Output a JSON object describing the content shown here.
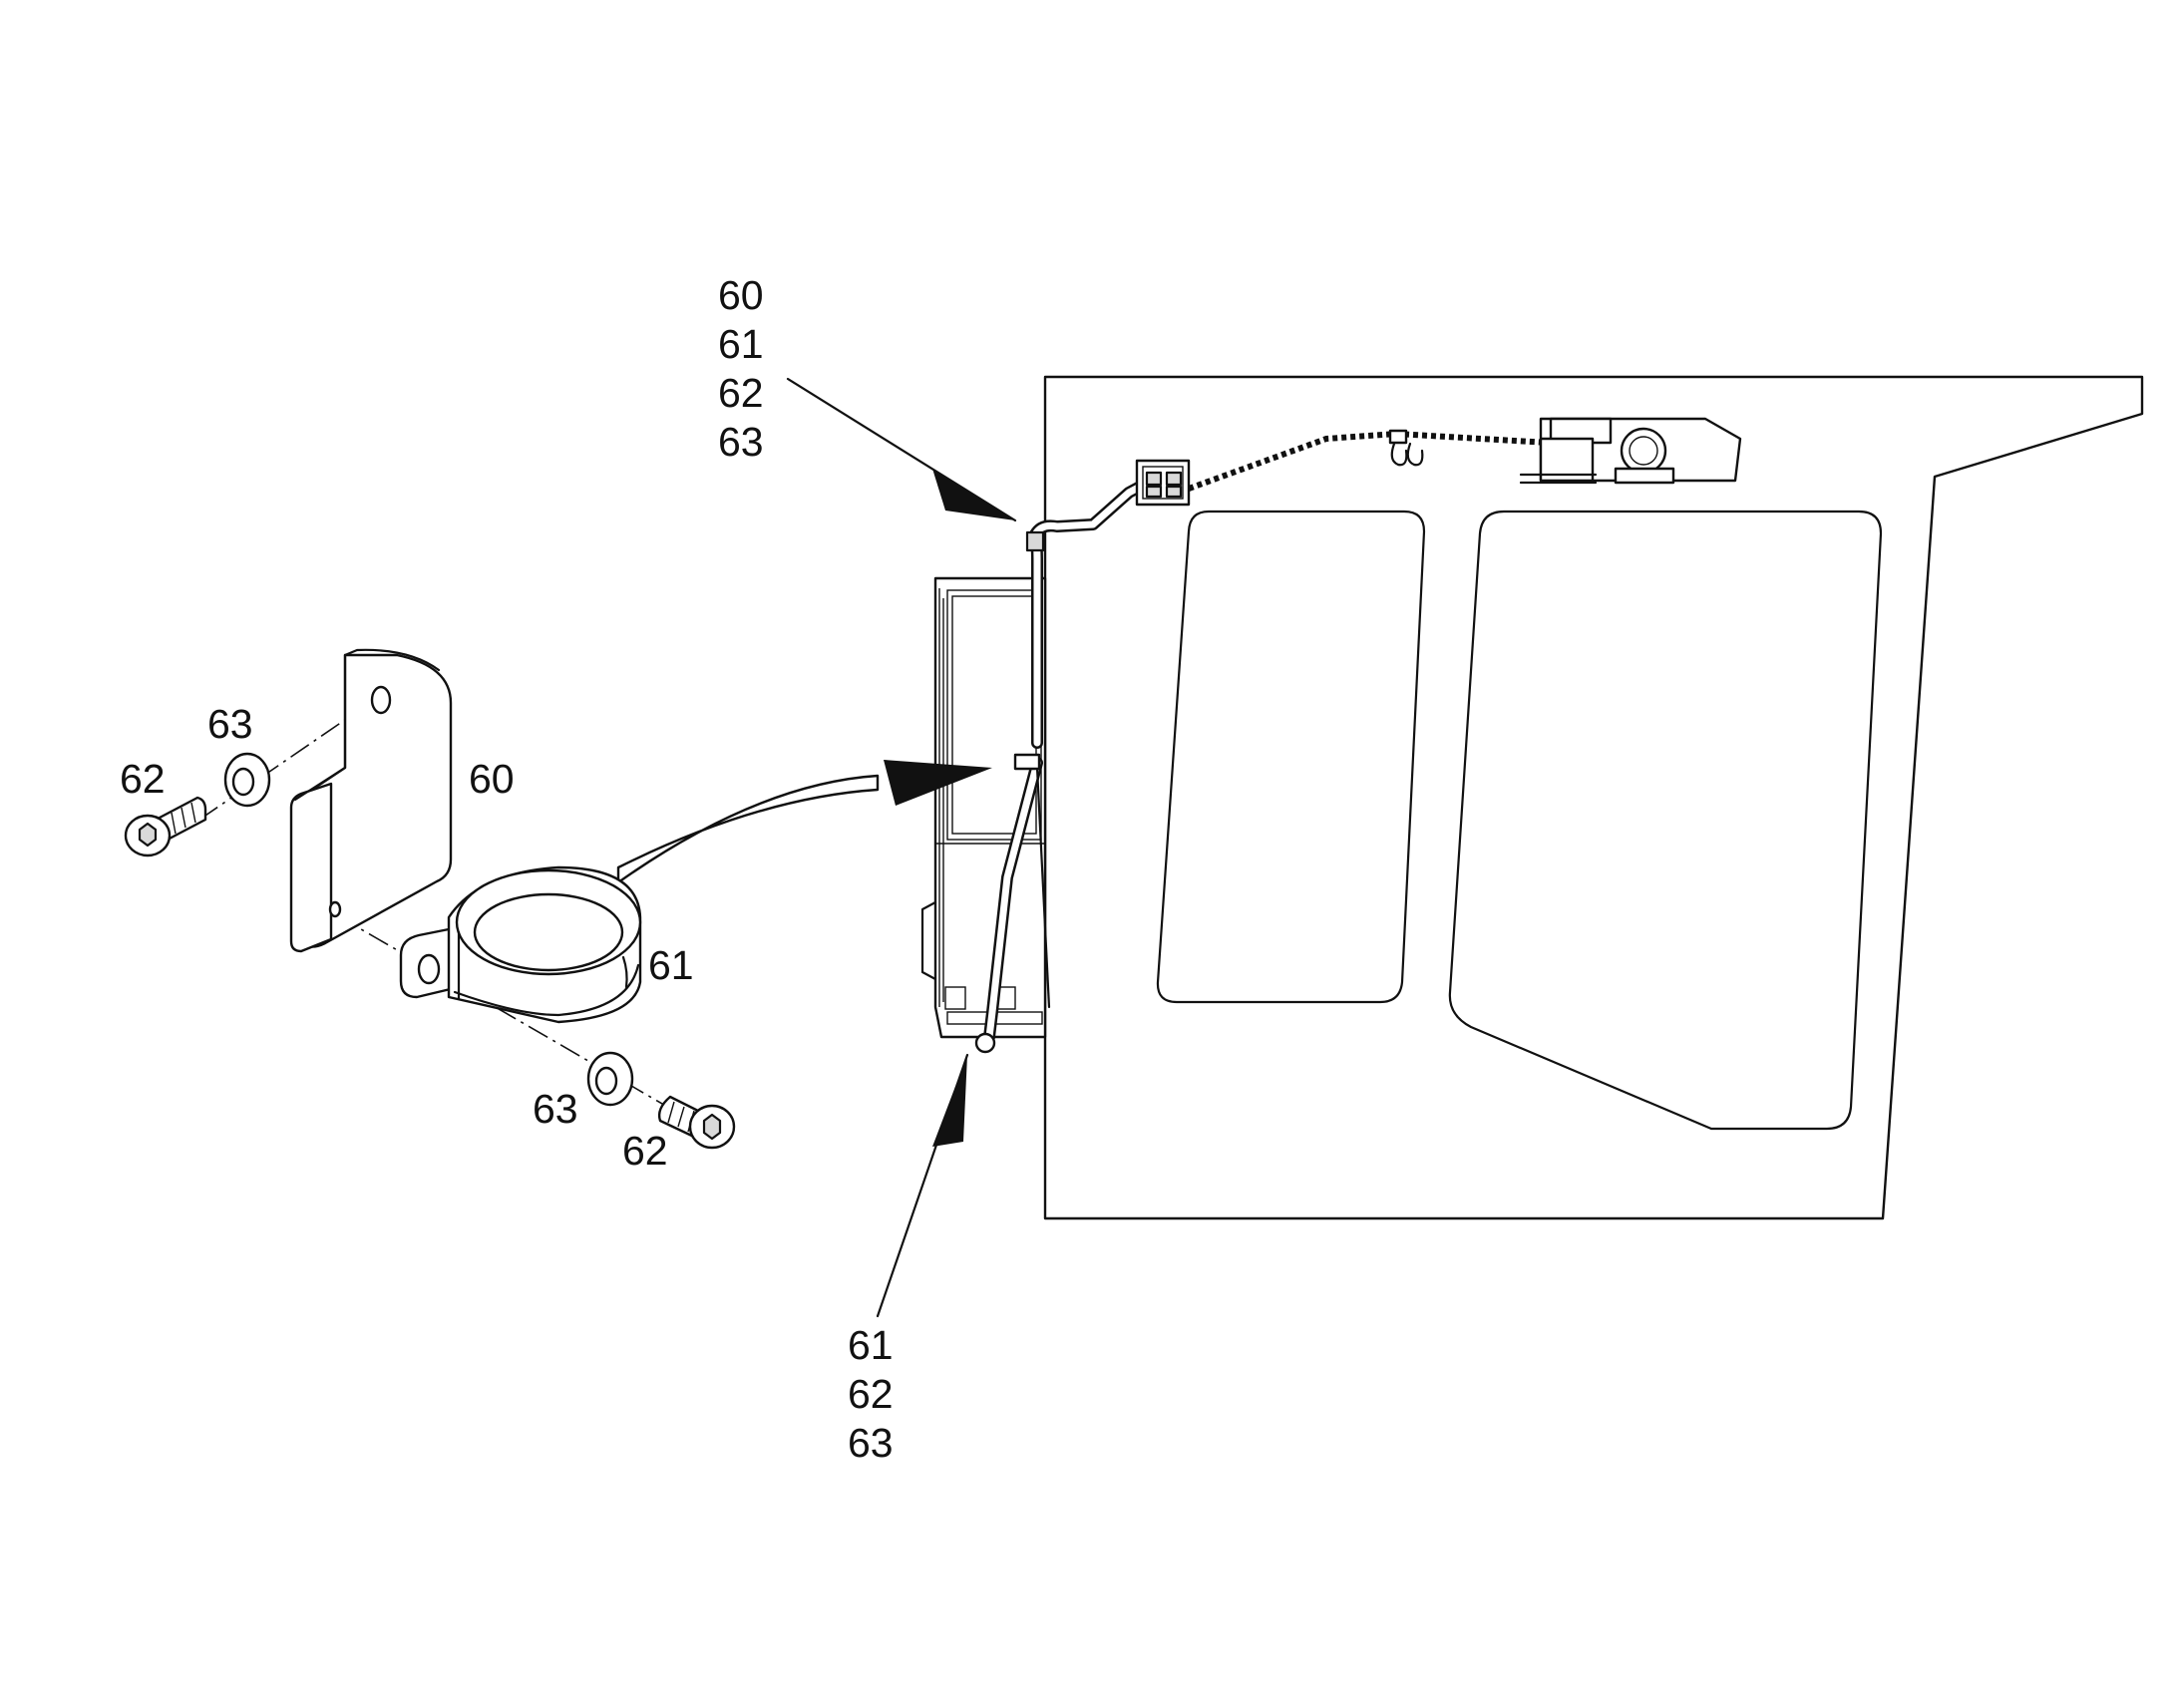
{
  "callouts": {
    "top_group": [
      "60",
      "61",
      "62",
      "63"
    ],
    "bottom_group": [
      "61",
      "62",
      "63"
    ],
    "detail": {
      "bolt_upper": "62",
      "washer_upper": "63",
      "bracket": "60",
      "clamp": "61",
      "washer_lower": "63",
      "bolt_lower": "62"
    }
  },
  "colors": {
    "line": "#111111",
    "fill": "#ffffff",
    "shade": "#d9d9d9"
  }
}
